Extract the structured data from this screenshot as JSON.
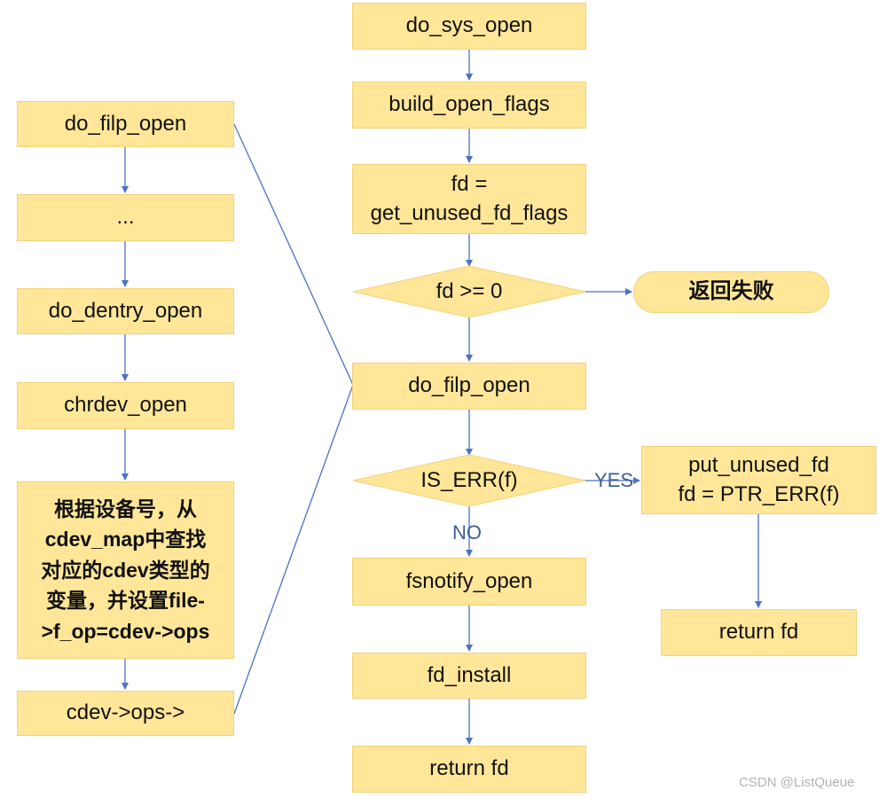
{
  "nodes": {
    "do_sys_open": "do_sys_open",
    "build_open_flags": "build_open_flags",
    "fd_get_unused": "fd =\nget_unused_fd_flags",
    "fd_check": "fd >= 0",
    "fail": "返回失败",
    "do_filp_open_main": "do_filp_open",
    "is_err": "IS_ERR(f)",
    "put_unused": "put_unused_fd\nfd = PTR_ERR(f)",
    "return_fd_right": "return fd",
    "fsnotify_open": "fsnotify_open",
    "fd_install": "fd_install",
    "return_fd_main": "return fd",
    "do_filp_open_left": "do_filp_open",
    "ellipsis": "...",
    "do_dentry_open": "do_dentry_open",
    "chrdev_open": "chrdev_open",
    "lookup_desc": "根据设备号，从\ncdev_map中查找\n对应的cdev类型的\n变量，并设置file-\n>f_op=cdev->ops",
    "cdev_ops": "cdev->ops->"
  },
  "edge_labels": {
    "yes": "YES",
    "no": "NO"
  },
  "watermark": "CSDN @ListQueue",
  "colors": {
    "node_fill": "#ffe699",
    "node_border": "#f2d27a",
    "line": "#4a72c2",
    "label": "#3f5f96"
  }
}
